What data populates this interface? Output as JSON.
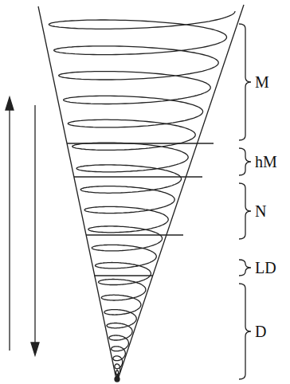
{
  "diagram": {
    "labels": [
      "M",
      "hM",
      "N",
      "LD",
      "D"
    ]
  }
}
